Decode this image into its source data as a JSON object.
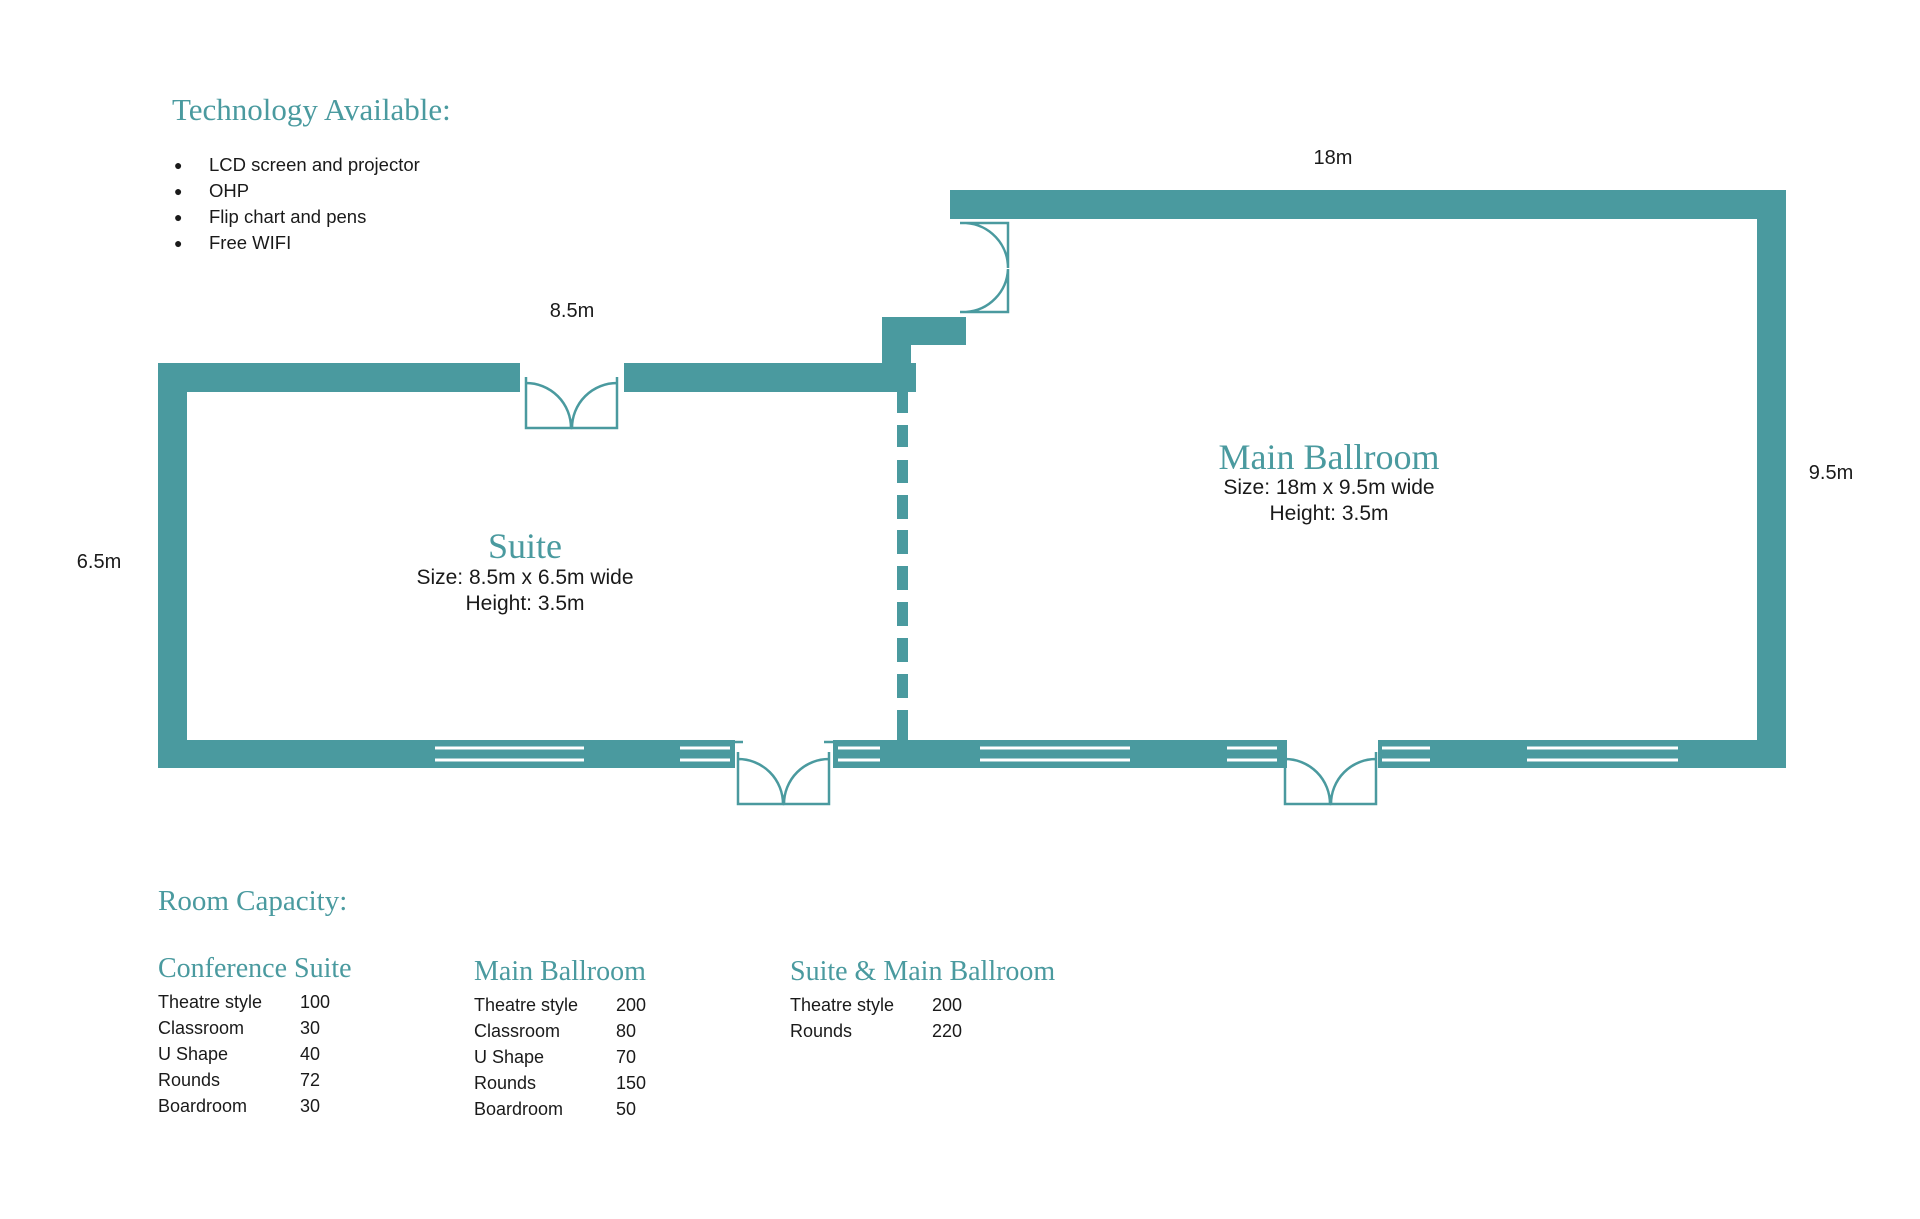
{
  "technology": {
    "title": "Technology Available:",
    "items": [
      "LCD screen and projector",
      "OHP",
      "Flip chart and pens",
      "Free WIFI"
    ]
  },
  "floor_plan": {
    "dimensions": {
      "suite_width": "8.5m",
      "suite_depth": "6.5m",
      "ballroom_width": "18m",
      "ballroom_depth": "9.5m"
    },
    "suite": {
      "name": "Suite",
      "size": "Size: 8.5m x 6.5m wide",
      "height": "Height: 3.5m"
    },
    "ballroom": {
      "name": "Main Ballroom",
      "size": "Size: 18m x 9.5m wide",
      "height": "Height: 3.5m"
    },
    "wall_color": "#4a9a9f"
  },
  "capacity": {
    "title": "Room Capacity:",
    "sections": [
      {
        "title": "Conference Suite",
        "rows": [
          {
            "label": "Theatre style",
            "value": "100"
          },
          {
            "label": "Classroom",
            "value": "30"
          },
          {
            "label": "U Shape",
            "value": "40"
          },
          {
            "label": "Rounds",
            "value": "72"
          },
          {
            "label": "Boardroom",
            "value": "30"
          }
        ]
      },
      {
        "title": "Main Ballroom",
        "rows": [
          {
            "label": "Theatre style",
            "value": "200"
          },
          {
            "label": "Classroom",
            "value": "80"
          },
          {
            "label": "U Shape",
            "value": "70"
          },
          {
            "label": "Rounds",
            "value": "150"
          },
          {
            "label": "Boardroom",
            "value": "50"
          }
        ]
      },
      {
        "title": "Suite & Main Ballroom",
        "rows": [
          {
            "label": "Theatre style",
            "value": "200"
          },
          {
            "label": "Rounds",
            "value": "220"
          }
        ]
      }
    ]
  }
}
